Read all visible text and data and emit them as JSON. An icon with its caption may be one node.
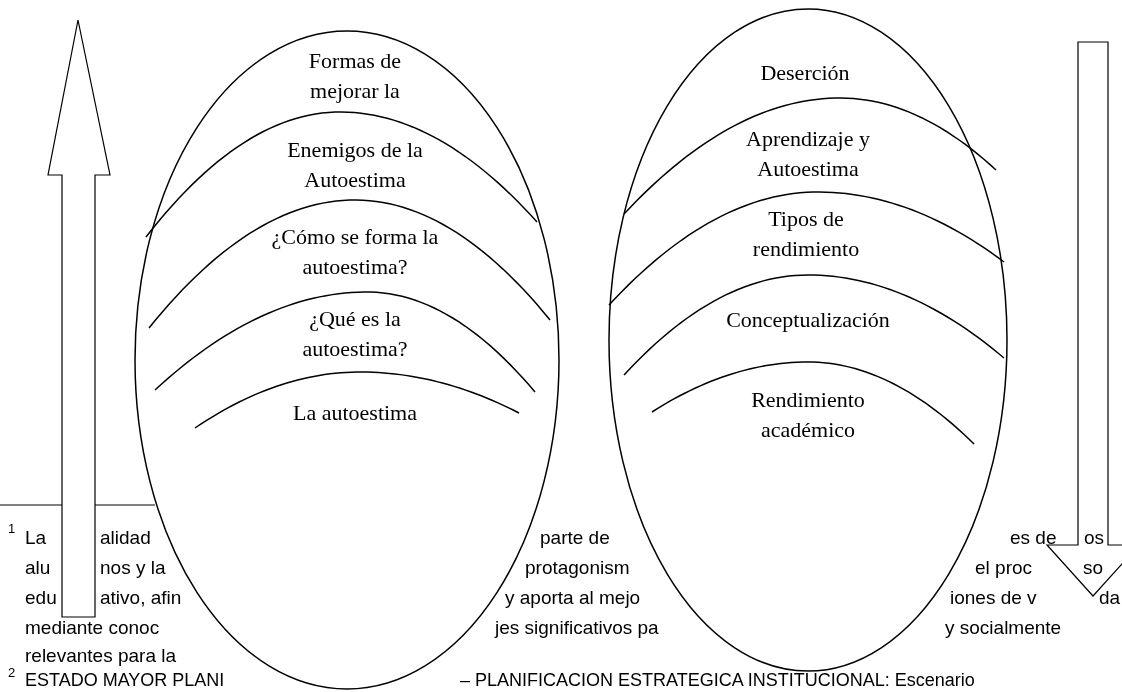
{
  "diagram": {
    "nodes": [
      {
        "text": [],
        "shape": "ellipse"
      },
      {
        "text": [
          "Formas de mejorar la"
        ],
        "in": 0
      },
      {
        "text": [
          "Enemigos de la Autoestima"
        ],
        "in": 0
      },
      {
        "text": [
          "¿Cómo se forma la autoestima?"
        ],
        "in": 0
      },
      {
        "text": [
          "¿Qué es la autoestima?"
        ],
        "in": 0
      },
      {
        "text": [
          "La autoestima"
        ],
        "in": 0
      },
      {
        "text": [],
        "shape": "ellipse"
      },
      {
        "text": [
          "Deserción"
        ],
        "in": 6
      },
      {
        "text": [
          "Aprendizaje y Autoestima"
        ],
        "in": 6
      },
      {
        "text": [
          "Tipos de rendimiento"
        ],
        "in": 6
      },
      {
        "text": [
          "Conceptualización"
        ],
        "in": 6
      },
      {
        "text": [
          "Rendimiento académico"
        ],
        "in": 6
      }
    ],
    "labels": [
      "1",
      "La",
      "alidad",
      "parte de",
      "es de",
      "os",
      "alu",
      "nos y la",
      "protagonism",
      "el proc",
      "so",
      "edu",
      "ativo, afin",
      "y aporta al mejo",
      "iones de v",
      "da",
      "mediante conoc",
      "jes significativos pa",
      "y socialmente",
      "relevantes para la",
      "2",
      "ESTADO MAYOR PLANI",
      "– PLANIFICACION ESTRATEGICA INSTITUCIONAL: Escenario"
    ]
  }
}
